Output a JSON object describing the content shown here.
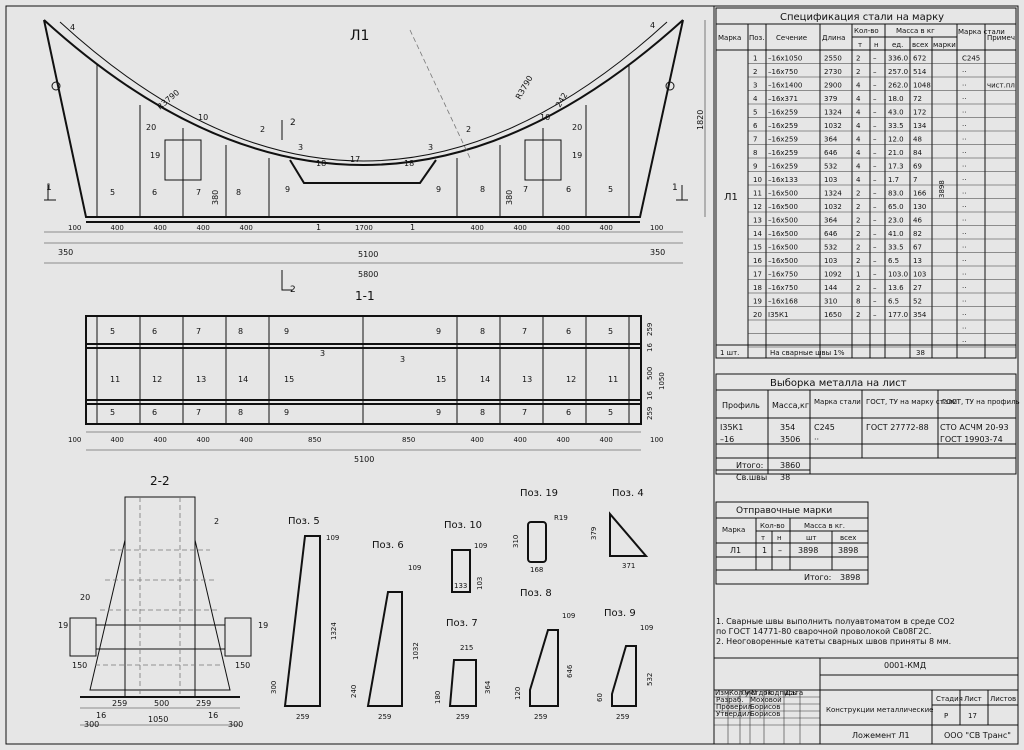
{
  "drawing": {
    "title_view": "Л1",
    "section_11": "1-1",
    "section_22": "2-2",
    "section_mark": "1",
    "section_mark2": "2",
    "radius_left": "R3790",
    "radius_right": "R3790",
    "dim_242": "242",
    "dim_1820": "1820",
    "dim_380": "380",
    "bottom_dims": [
      "100",
      "400",
      "400",
      "400",
      "400",
      "1700",
      "400",
      "400",
      "400",
      "400",
      "100"
    ],
    "dim_350": "350",
    "dim_5100": "5100",
    "dim_5800": "5800",
    "elev_parts": [
      "5",
      "6",
      "7",
      "8",
      "9",
      "3",
      "18",
      "17",
      "18",
      "3",
      "9",
      "8",
      "7",
      "6",
      "5",
      "4",
      "4",
      "2",
      "2",
      "1",
      "1",
      "10",
      "10",
      "20",
      "20",
      "19",
      "19"
    ],
    "plan_top": [
      "5",
      "6",
      "7",
      "8",
      "9",
      "9",
      "8",
      "7",
      "6",
      "5"
    ],
    "plan_mid": [
      "11",
      "12",
      "13",
      "14",
      "15",
      "15",
      "14",
      "13",
      "12",
      "11"
    ],
    "plan_bot": [
      "5",
      "6",
      "7",
      "8",
      "9",
      "9",
      "8",
      "7",
      "6",
      "5"
    ],
    "plan_3": "3",
    "plan_right_dims": [
      "259",
      "16",
      "500",
      "16",
      "259",
      "1050"
    ],
    "plan_bottom_dims": [
      "100",
      "400",
      "400",
      "400",
      "400",
      "850",
      "850",
      "400",
      "400",
      "400",
      "400",
      "100"
    ],
    "plan_5100": "5100",
    "s22_dims": [
      "19",
      "20",
      "19",
      "2",
      "150",
      "150",
      "259",
      "500",
      "259",
      "16",
      "16",
      "1050",
      "300",
      "300"
    ],
    "poz5": {
      "label": "Поз. 5",
      "d1": "109",
      "d2": "1324",
      "d3": "300",
      "d4": "259"
    },
    "poz6": {
      "label": "Поз. 6",
      "d1": "109",
      "d2": "1032",
      "d3": "240",
      "d4": "259"
    },
    "poz10": {
      "label": "Поз. 10",
      "d1": "109",
      "d2": "103",
      "d3": "133"
    },
    "poz7": {
      "label": "Поз. 7",
      "d1": "215",
      "d2": "364",
      "d3": "180",
      "d4": "259"
    },
    "poz19": {
      "label": "Поз. 19",
      "d1": "R19",
      "d2": "310",
      "d3": "168"
    },
    "poz4": {
      "label": "Поз. 4",
      "d1": "379",
      "d2": "371"
    },
    "poz8": {
      "label": "Поз. 8",
      "d1": "109",
      "d2": "646",
      "d3": "120",
      "d4": "259"
    },
    "poz9": {
      "label": "Поз. 9",
      "d1": "109",
      "d2": "532",
      "d3": "60",
      "d4": "259"
    }
  },
  "spec": {
    "title": "Спецификация стали на марку",
    "h_marka": "Марка",
    "h_poz": "Поз.",
    "h_sech": "Сечение",
    "h_dlina": "Длина",
    "h_kolvo": "Кол-во",
    "h_t": "т",
    "h_n": "н",
    "h_massa": "Масса в кг",
    "h_ed": "ед.",
    "h_vseh": "всех",
    "h_marki": "марки",
    "h_marka_stali": "Марка стали",
    "h_prim": "Примеч.",
    "mark": "Л1",
    "mark_mass": "3898",
    "rows": [
      [
        "1",
        "–16х1050",
        "2550",
        "2",
        "–",
        "336.0",
        "672",
        "С245",
        ""
      ],
      [
        "2",
        "–16х750",
        "2730",
        "2",
        "–",
        "257.0",
        "514",
        "··",
        ""
      ],
      [
        "3",
        "–16х1400",
        "2900",
        "4",
        "–",
        "262.0",
        "1048",
        "··",
        "чист.пл"
      ],
      [
        "4",
        "–16х371",
        "379",
        "4",
        "–",
        "18.0",
        "72",
        "··",
        ""
      ],
      [
        "5",
        "–16х259",
        "1324",
        "4",
        "–",
        "43.0",
        "172",
        "··",
        ""
      ],
      [
        "6",
        "–16х259",
        "1032",
        "4",
        "–",
        "33.5",
        "134",
        "··",
        ""
      ],
      [
        "7",
        "–16х259",
        "364",
        "4",
        "–",
        "12.0",
        "48",
        "··",
        ""
      ],
      [
        "8",
        "–16х259",
        "646",
        "4",
        "–",
        "21.0",
        "84",
        "··",
        ""
      ],
      [
        "9",
        "–16х259",
        "532",
        "4",
        "–",
        "17.3",
        "69",
        "··",
        ""
      ],
      [
        "10",
        "–16х133",
        "103",
        "4",
        "–",
        "1.7",
        "7",
        "··",
        ""
      ],
      [
        "11",
        "–16х500",
        "1324",
        "2",
        "–",
        "83.0",
        "166",
        "··",
        ""
      ],
      [
        "12",
        "–16х500",
        "1032",
        "2",
        "–",
        "65.0",
        "130",
        "··",
        ""
      ],
      [
        "13",
        "–16х500",
        "364",
        "2",
        "–",
        "23.0",
        "46",
        "··",
        ""
      ],
      [
        "14",
        "–16х500",
        "646",
        "2",
        "–",
        "41.0",
        "82",
        "··",
        ""
      ],
      [
        "15",
        "–16х500",
        "532",
        "2",
        "–",
        "33.5",
        "67",
        "··",
        ""
      ],
      [
        "16",
        "–16х500",
        "103",
        "2",
        "–",
        "6.5",
        "13",
        "··",
        ""
      ],
      [
        "17",
        "–16х750",
        "1092",
        "1",
        "–",
        "103.0",
        "103",
        "··",
        ""
      ],
      [
        "18",
        "–16х750",
        "144",
        "2",
        "–",
        "13.6",
        "27",
        "··",
        ""
      ],
      [
        "19",
        "–16х168",
        "310",
        "8",
        "–",
        "6.5",
        "52",
        "··",
        ""
      ],
      [
        "20",
        "I35К1",
        "1650",
        "2",
        "–",
        "177.0",
        "354",
        "··",
        ""
      ],
      [
        "",
        "",
        "",
        "",
        "",
        "",
        "",
        "··",
        ""
      ],
      [
        "",
        "",
        "",
        "",
        "",
        "",
        "",
        "··",
        ""
      ]
    ],
    "footer_left": "1 шт.",
    "footer_text": "На сварные  швы 1%",
    "footer_val": "38"
  },
  "vyborka": {
    "title": "Выборка металла на лист",
    "h_profil": "Профиль",
    "h_massa": "Масса,кг",
    "h_marka": "Марка стали",
    "h_gost_marka": "ГОСТ, ТУ на марку стали",
    "h_gost_profil": "ГОСТ, ТУ на профиль",
    "rows": [
      [
        "I35К1",
        "354",
        "С245",
        "ГОСТ 27772-88",
        "СТО АСЧМ 20-93"
      ],
      [
        "–16",
        "3506",
        "··",
        "",
        "ГОСТ 19903-74"
      ]
    ],
    "itogo_label": "Итого:",
    "itogo_val": "3860",
    "sv_label": "Св.швы",
    "sv_val": "38"
  },
  "otpr": {
    "title": "Отправочные марки",
    "h_marka": "Марка",
    "h_kolvo": "Кол-во",
    "h_t": "т",
    "h_n": "н",
    "h_massa": "Масса в кг.",
    "h_sht": "шт",
    "h_vseh": "всех",
    "row": [
      "Л1",
      "1",
      "–",
      "3898",
      "3898"
    ],
    "itogo_label": "Итого:",
    "itogo_val": "3898"
  },
  "notes": [
    "1. Сварные швы выполнить полуавтоматом в среде СО2",
    "по ГОСТ 14771-80 сварочной проволокой Св08Г2С.",
    "2. Неоговоренные катеты сварных швов приняты 8 мм."
  ],
  "stamp": {
    "code": "0001-КМД",
    "col_heads": [
      "Изм.",
      "Кол.уч",
      "Лист",
      "N док.",
      "Подпись",
      "Дата"
    ],
    "r1": [
      "Разраб.",
      "Моховой"
    ],
    "r2": [
      "Проверил",
      "Борисов"
    ],
    "r3": [
      "Утвердил",
      "Борисов"
    ],
    "object": "Конструкции металлические",
    "stadia": "Стадия",
    "list": "Лист",
    "listov": "Листов",
    "stadia_val": "Р",
    "list_val": "17",
    "name": "Ложемент Л1",
    "org": "ООО \"СВ Транс\""
  }
}
